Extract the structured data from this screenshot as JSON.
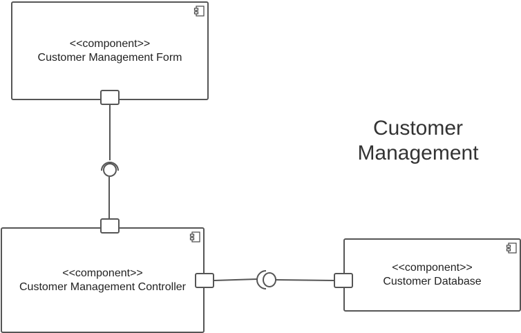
{
  "title": {
    "line1": "Customer",
    "line2": "Management"
  },
  "components": {
    "form": {
      "stereotype": "<<component>>",
      "name": "Customer Management Form",
      "icon": "component-icon"
    },
    "controller": {
      "stereotype": "<<component>>",
      "name": "Customer Management Controller",
      "icon": "component-icon"
    },
    "database": {
      "stereotype": "<<component>>",
      "name": "Customer Database",
      "icon": "component-icon"
    }
  },
  "colors": {
    "stroke": "#555555",
    "text": "#222222",
    "background": "#ffffff"
  }
}
